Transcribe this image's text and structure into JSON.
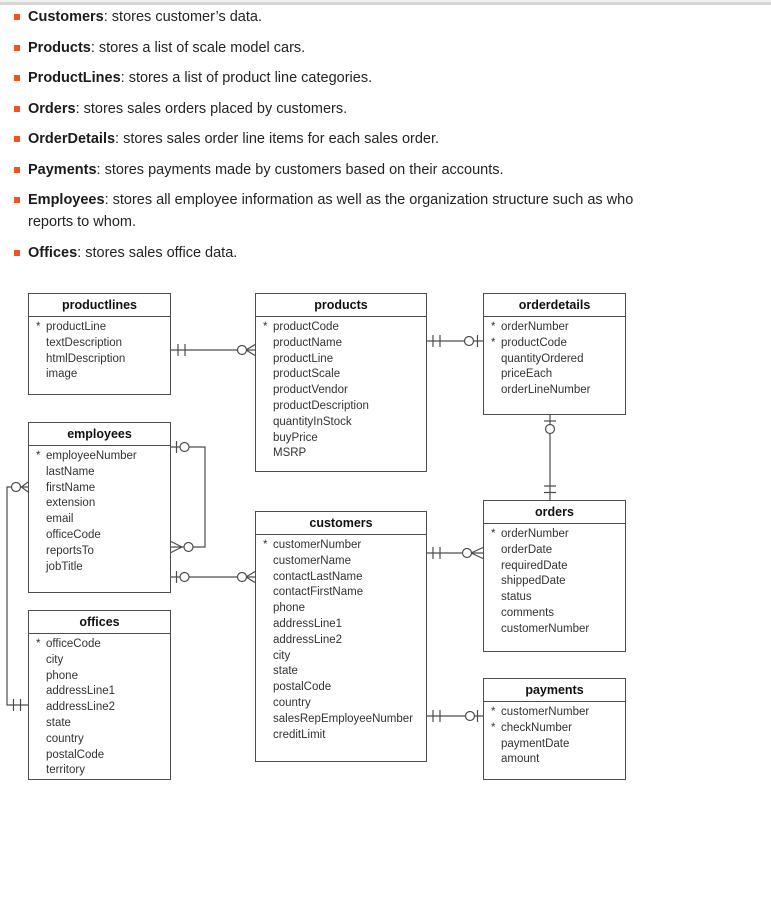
{
  "page": {
    "background": "#ffffff",
    "top_border_color": "#d6d6d6"
  },
  "intro_list": {
    "bullet_color": "#ee5322",
    "items": [
      {
        "term": "Customers",
        "desc": ": stores customer’s data."
      },
      {
        "term": "Products",
        "desc": ": stores a list of scale model cars."
      },
      {
        "term": "ProductLines",
        "desc": ": stores a list of product line categories."
      },
      {
        "term": "Orders",
        "desc": ": stores sales orders placed by customers."
      },
      {
        "term": "OrderDetails",
        "desc": ": stores sales order line items for each sales order."
      },
      {
        "term": "Payments",
        "desc": ": stores payments made by customers based on their accounts."
      },
      {
        "term": "Employees",
        "desc": ": stores all employee information as well as the organization structure such as who reports to whom."
      },
      {
        "term": "Offices",
        "desc": ": stores sales office data."
      }
    ]
  },
  "diagram": {
    "line_color": "#4d4d4d",
    "primary_key_marker": "*",
    "tables": [
      {
        "name": "productlines",
        "fields": [
          "* productLine",
          "textDescription",
          "htmlDescription",
          "image"
        ]
      },
      {
        "name": "products",
        "fields": [
          "* productCode",
          "productName",
          "productLine",
          "productScale",
          "productVendor",
          "productDescription",
          "quantityInStock",
          "buyPrice",
          "MSRP"
        ]
      },
      {
        "name": "orderdetails",
        "fields": [
          "* orderNumber",
          "* productCode",
          "quantityOrdered",
          "priceEach",
          "orderLineNumber"
        ]
      },
      {
        "name": "employees",
        "fields": [
          "* employeeNumber",
          "lastName",
          "firstName",
          "extension",
          "email",
          "officeCode",
          "reportsTo",
          "jobTitle"
        ]
      },
      {
        "name": "customers",
        "fields": [
          "* customerNumber",
          "customerName",
          "contactLastName",
          "contactFirstName",
          "phone",
          "addressLine1",
          "addressLine2",
          "city",
          "state",
          "postalCode",
          "country",
          "salesRepEmployeeNumber",
          "creditLimit"
        ]
      },
      {
        "name": "orders",
        "fields": [
          "* orderNumber",
          "orderDate",
          "requiredDate",
          "shippedDate",
          "status",
          "comments",
          "customerNumber"
        ]
      },
      {
        "name": "offices",
        "fields": [
          "* officeCode",
          "city",
          "phone",
          "addressLine1",
          "addressLine2",
          "state",
          "country",
          "postalCode",
          "territory"
        ]
      },
      {
        "name": "payments",
        "fields": [
          "* customerNumber",
          "* checkNumber",
          "paymentDate",
          "amount"
        ]
      }
    ],
    "relationships": [
      "productlines one-and-only-one — zero-or-many products",
      "products one-and-only-one — zero-or-one orderdetails",
      "orders one-and-only-one — zero-or-one orderdetails",
      "customers one-and-only-one — zero-or-many orders",
      "customers one-and-only-one — zero-or-one payments",
      "employees zero-or-one — zero-or-many employees (reportsTo)",
      "employees zero-or-one — zero-or-many customers",
      "offices one-and-only-one — zero-or-many employees"
    ]
  }
}
